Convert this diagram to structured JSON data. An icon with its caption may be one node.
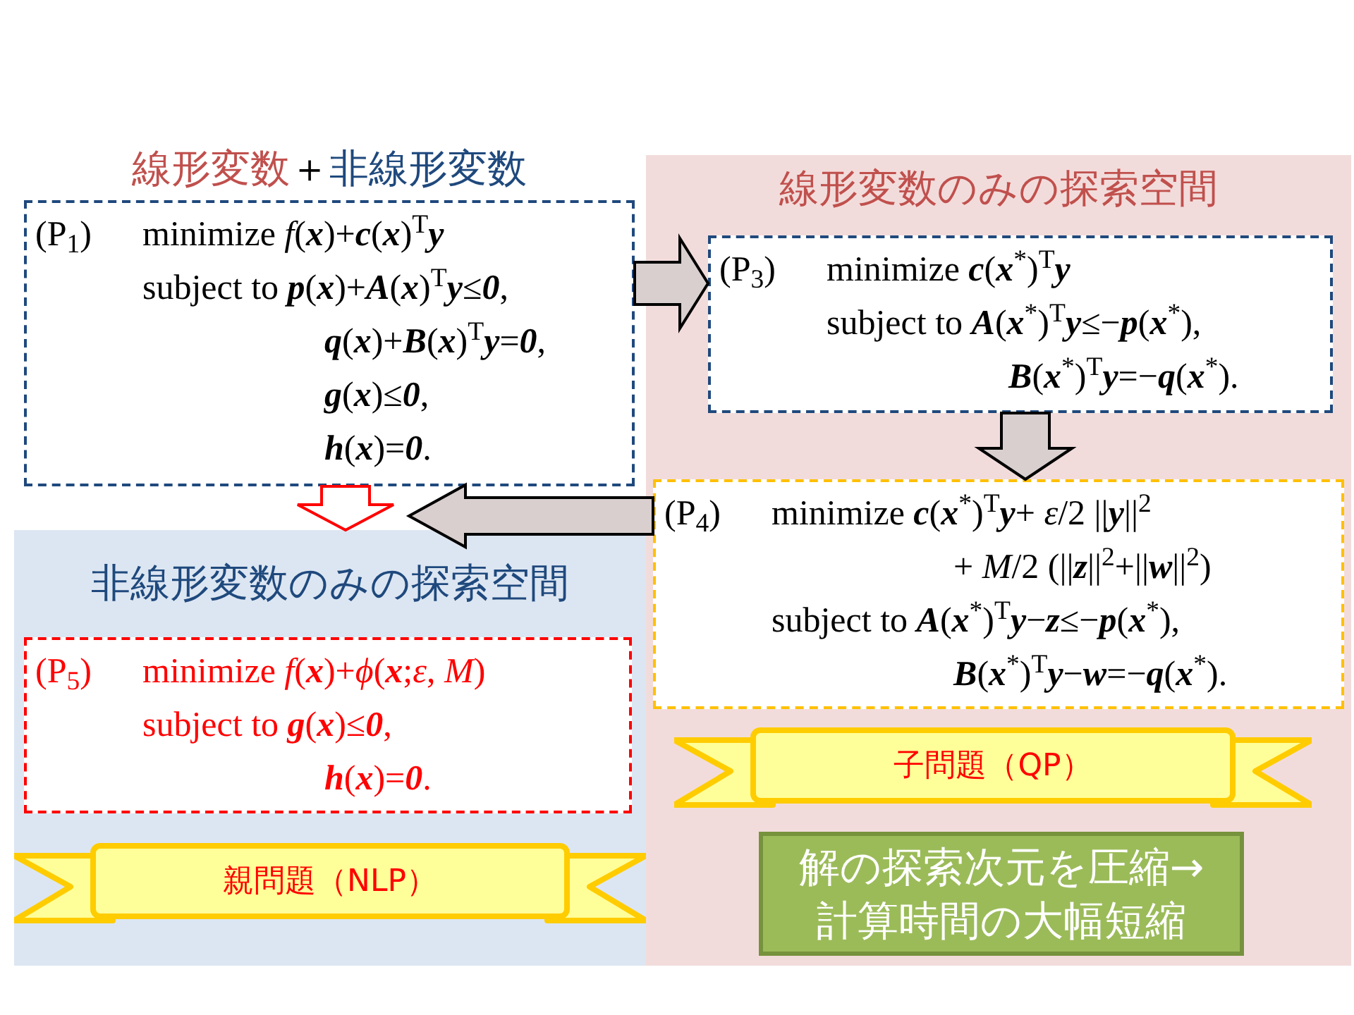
{
  "diagram": {
    "nodes": [
      {
        "text": [
          "線形変数",
          "＋",
          "非線形変数",
          "(P$_{1}$)",
          "minimize *f*(**x**)+**c**(**x**)$^{T}$**y**",
          "subject to **p**(**x**)+**A**(**x**)$^{T}$**y**≤**0**,",
          "**q**(**x**)+**B**(**x**)$^{T}$**y**=**0**,",
          "**g**(**x**)≤**0**,",
          "**h**(**x**)=**0**."
        ]
      },
      {
        "text": [
          "線形変数のみの探索空間"
        ]
      },
      {
        "text": [
          "(P$_{3}$)",
          "minimize **c**(**x**$^{*}$)$^{T}$**y**",
          "subject to **A**(**x**$^{*}$)$^{T}$**y**≤−**p**(**x**$^{*}$),",
          "**B**(**x**$^{*}$)$^{T}$**y**=−**q**(**x**$^{*}$)."
        ],
        "in": 1
      },
      {
        "text": [
          "(P$_{4}$)",
          "minimize **c**(**x**$^{*}$)$^{T}$**y**+ *ε*/2 ||**y**||$^{2}$",
          "+ *M*/2 (||**z**||$^{2}$+||**w**||$^{2}$)",
          "subject to **A**(**x**$^{*}$)$^{T}$**y**−**z**≤−**p**(**x**$^{*}$),",
          "**B**(**x**$^{*}$)$^{T}$**y**−**w**=−**q**(**x**$^{*}$)."
        ],
        "in": 1
      },
      {
        "text": [
          "子問題（QP）"
        ],
        "in": 1
      },
      {
        "text": [
          "解の探索次元を圧縮→計算時間の大幅短縮"
        ],
        "in": 1
      },
      {
        "text": [
          "非線形変数のみの探索空間"
        ]
      },
      {
        "text": [
          "(P$_{5}$)",
          "minimize *f*(**x**)+*ϕ*(**x**;*ε*, *M*)",
          "subject to **g**(**x**)≤**0**,",
          "**h**(**x**)=**0**."
        ],
        "in": 6
      },
      {
        "text": [
          "親問題（NLP）"
        ],
        "in": 6
      }
    ],
    "edges": [
      {
        "from": 0,
        "to": 2,
        "arrow": "to",
        "style": "thick"
      },
      {
        "from": 2,
        "to": 3,
        "arrow": "to",
        "style": "thick"
      },
      {
        "from": 3,
        "to": 6,
        "arrow": "to",
        "style": "thick"
      },
      {
        "from": 0,
        "to": 6,
        "arrow": "to",
        "style": "thick",
        "color": "#ff0000"
      }
    ]
  }
}
